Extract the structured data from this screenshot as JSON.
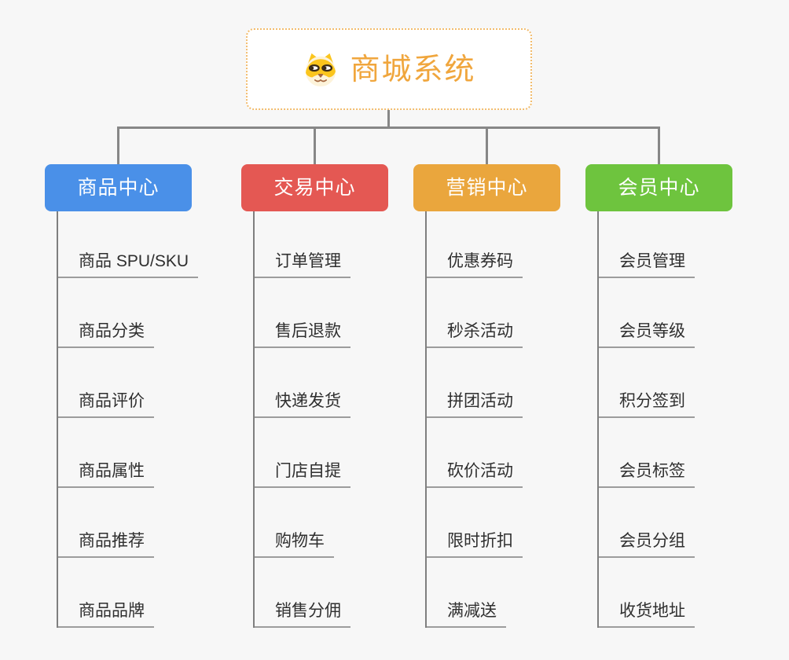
{
  "root": {
    "title": "商城系统",
    "icon": "doge-icon"
  },
  "branches": [
    {
      "label": "商品中心",
      "color": "#4a90e8",
      "items": [
        "商品 SPU/SKU",
        "商品分类",
        "商品评价",
        "商品属性",
        "商品推荐",
        "商品品牌"
      ]
    },
    {
      "label": "交易中心",
      "color": "#e45853",
      "items": [
        "订单管理",
        "售后退款",
        "快递发货",
        "门店自提",
        "购物车",
        "销售分佣"
      ]
    },
    {
      "label": "营销中心",
      "color": "#eaa63d",
      "items": [
        "优惠券码",
        "秒杀活动",
        "拼团活动",
        "砍价活动",
        "限时折扣",
        "满减送"
      ]
    },
    {
      "label": "会员中心",
      "color": "#6ec43e",
      "items": [
        "会员管理",
        "会员等级",
        "积分签到",
        "会员标签",
        "会员分组",
        "收货地址"
      ]
    }
  ],
  "style": {
    "background": "#f7f7f7",
    "connector_color": "#878787",
    "underline_color": "#9c9c9c",
    "leaf_text_color": "#2f2f2f",
    "title_color": "#f0a63d",
    "title_border_color": "#f2bc6d"
  }
}
